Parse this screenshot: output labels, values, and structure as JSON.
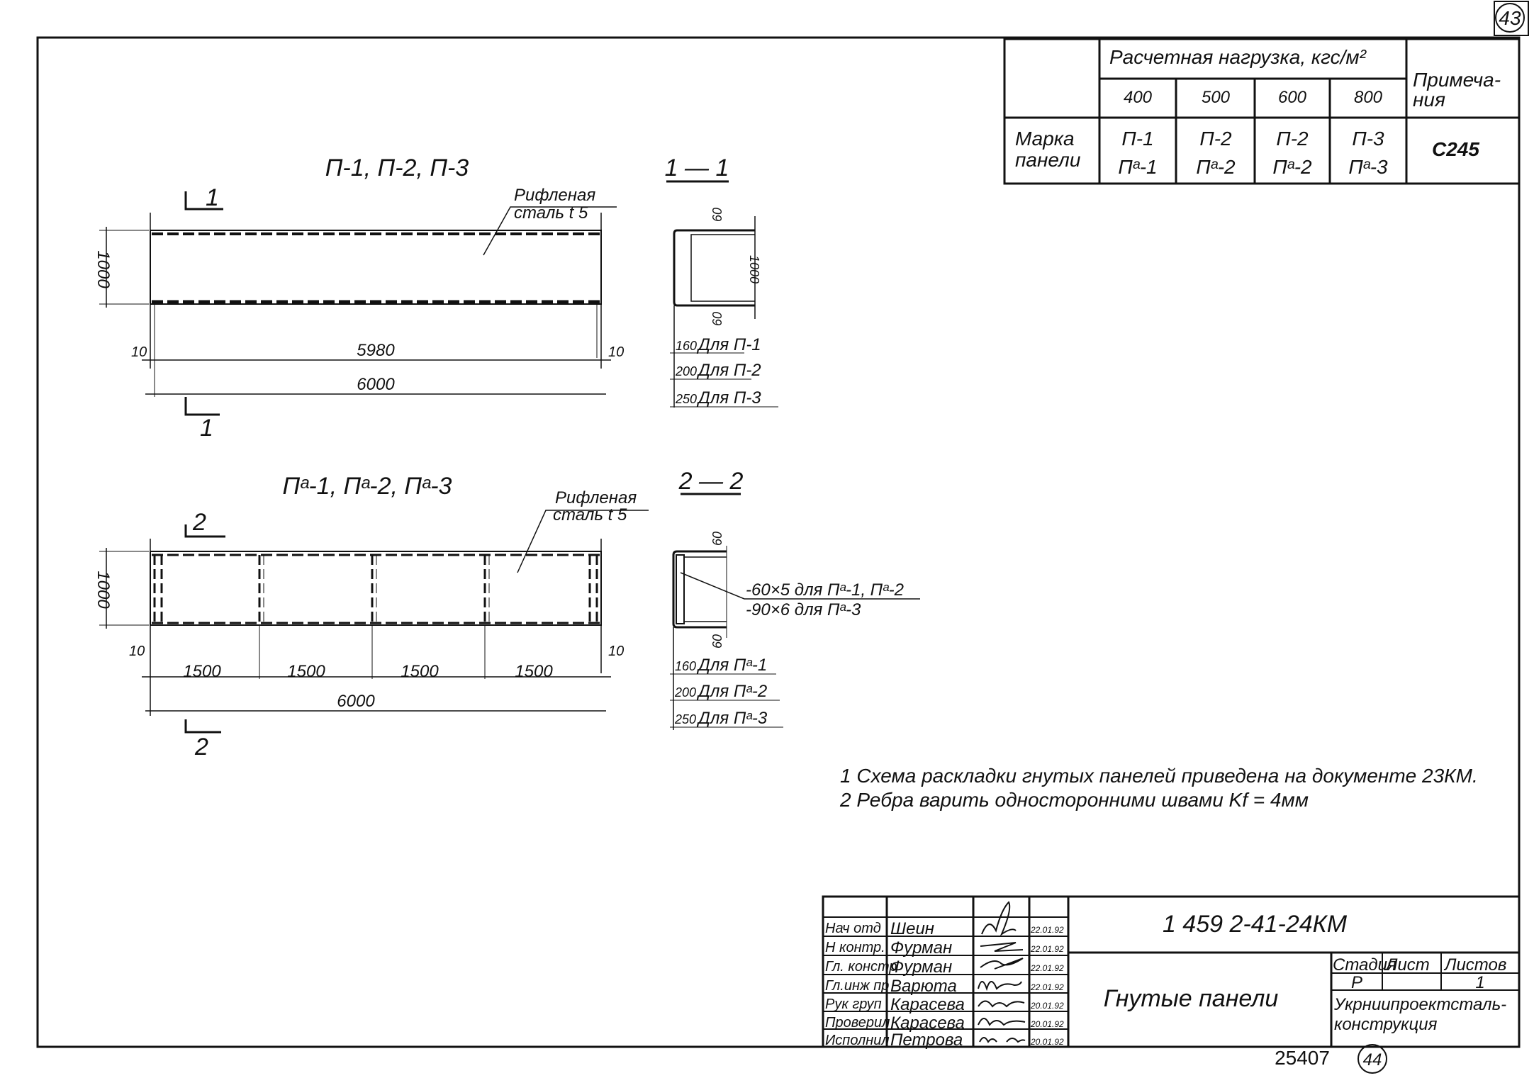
{
  "sheet": {
    "number": "43",
    "next_number": "44",
    "archive_no": "25407"
  },
  "table": {
    "header_load": "Расчетная нагрузка, кгс/м²",
    "header_notes_1": "Примеча-",
    "header_notes_2": "ния",
    "loads": [
      "400",
      "500",
      "600",
      "800"
    ],
    "row_label_1": "Марка",
    "row_label_2": "панели",
    "marks_top": [
      "П-1",
      "П-2",
      "П-2",
      "П-3"
    ],
    "marks_bottom": [
      "Пᵃ-1",
      "Пᵃ-2",
      "Пᵃ-2",
      "Пᵃ-3"
    ],
    "note": "С245"
  },
  "view1": {
    "title": "П-1, П-2, П-3",
    "section": "1 — 1",
    "cut_mark": "1",
    "material_1": "Рифленая",
    "material_2": "сталь t 5",
    "dim_height": "1000",
    "dim_inner": "5980",
    "dim_total": "6000",
    "dim_edge": "10",
    "sec_dim_flange": "60",
    "sec_dim_height": "1000",
    "variants": [
      {
        "size": "160",
        "label": "Для П-1"
      },
      {
        "size": "200",
        "label": "Для П-2"
      },
      {
        "size": "250",
        "label": "Для П-3"
      }
    ]
  },
  "view2": {
    "title": "Пᵃ-1, Пᵃ-2, Пᵃ-3",
    "section": "2 — 2",
    "cut_mark": "2",
    "material_1": "Рифленая",
    "material_2": "сталь t 5",
    "dim_height": "1000",
    "dim_bay": "1500",
    "dim_total": "6000",
    "dim_edge": "10",
    "sec_dim_flange": "60",
    "rib_1": "-60×5 для Пᵃ-1, Пᵃ-2",
    "rib_2": "-90×6 для Пᵃ-3",
    "variants": [
      {
        "size": "160",
        "label": "Для Пᵃ-1"
      },
      {
        "size": "200",
        "label": "Для Пᵃ-2"
      },
      {
        "size": "250",
        "label": "Для Пᵃ-3"
      }
    ]
  },
  "notes": [
    "1  Схема раскладки гнутых панелей приведена на документе 23КМ.",
    "2  Ребра варить односторонними швами Kf = 4мм"
  ],
  "title_block": {
    "code": "1 459 2-41-24КМ",
    "name": "Гнутые  панели",
    "stage_label": "Стадия",
    "sheet_label": "Лист",
    "sheets_label": "Листов",
    "stage": "Р",
    "sheet": "",
    "sheets": "1",
    "org_1": "Укрниипроектсталь-",
    "org_2": "конструкция",
    "staff": [
      {
        "role": "Нач отд",
        "name": "Шеин",
        "date": "22.01.92"
      },
      {
        "role": "Н контр.",
        "name": "Фурман",
        "date": "22.01.92"
      },
      {
        "role": "Гл. констр",
        "name": "Фурман",
        "date": "22.01.92"
      },
      {
        "role": "Гл.инж пр",
        "name": "Варюта",
        "date": "22.01.92"
      },
      {
        "role": "Рук груп",
        "name": "Карасева",
        "date": "20.01.92"
      },
      {
        "role": "Проверил",
        "name": "Карасева",
        "date": "20.01.92"
      },
      {
        "role": "Исполнил",
        "name": "Петрова",
        "date": "20.01.92"
      }
    ]
  }
}
